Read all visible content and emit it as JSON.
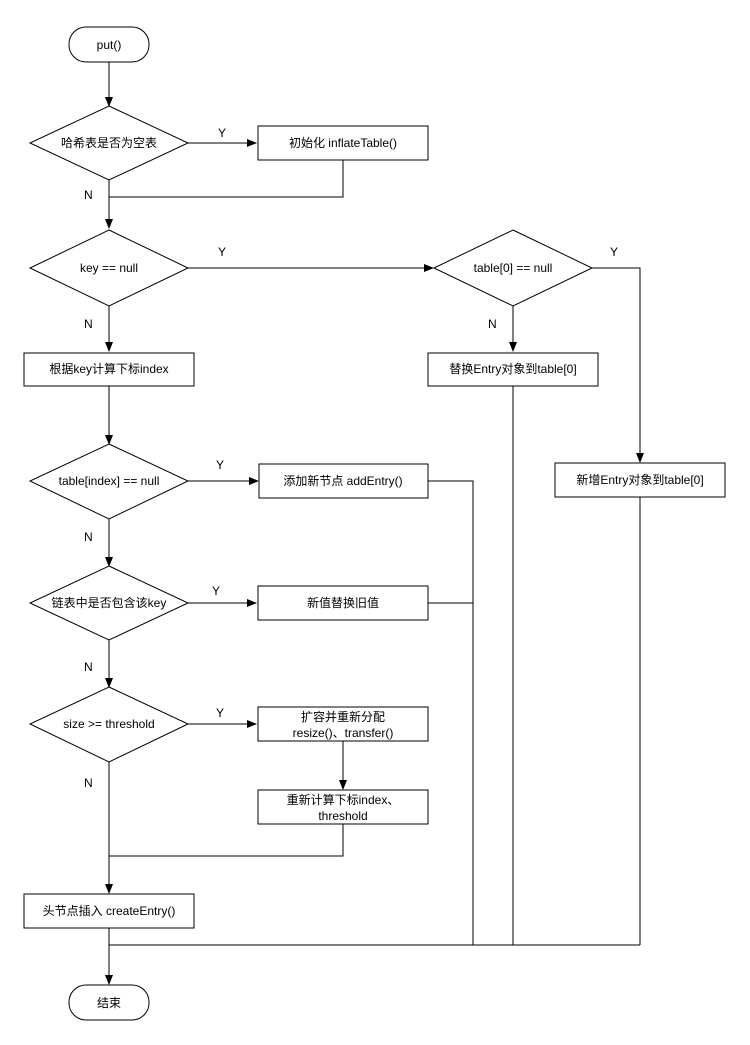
{
  "nodes": {
    "start": "put()",
    "q_empty": "哈希表是否为空表",
    "init": "初始化 inflateTable()",
    "q_key_null": "key == null",
    "q_table0_null": "table[0] == null",
    "calc_index": "根据key计算下标index",
    "replace_table0": "替换Entry对象到table[0]",
    "q_table_index_null": "table[index] == null",
    "add_entry": "添加新节点 addEntry()",
    "new_entry_table0": "新增Entry对象到table[0]",
    "q_contains_key": "链表中是否包含该key",
    "replace_value": "新值替换旧值",
    "q_threshold": "size >= threshold",
    "resize_line1": "扩容并重新分配",
    "resize_line2": "resize()、transfer()",
    "recalc_line1": "重新计算下标index、",
    "recalc_line2": "threshold",
    "head_insert": "头节点插入 createEntry()",
    "end": "结束"
  },
  "labels": {
    "yes": "Y",
    "no": "N"
  }
}
